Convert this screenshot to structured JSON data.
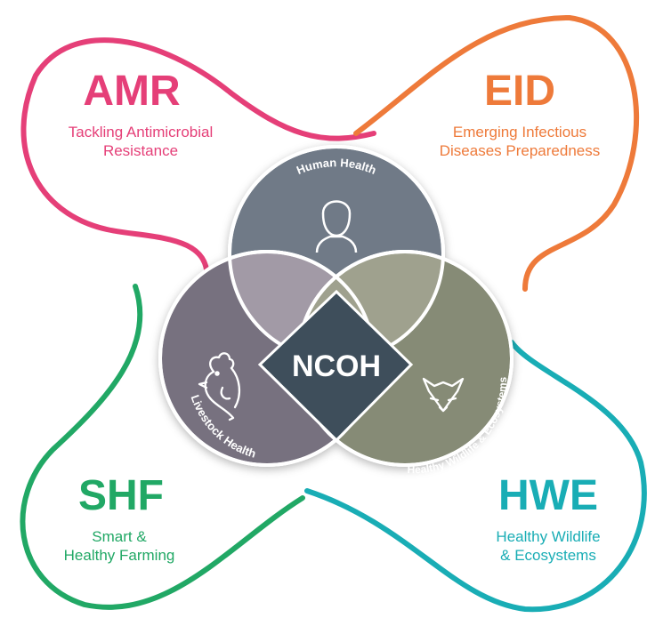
{
  "colors": {
    "amr": "#e53f78",
    "eid": "#ee7a3a",
    "shf": "#21a865",
    "hwe": "#19adb5",
    "human_circle": "#6f7a87",
    "livestock_circle": "#77717f",
    "wildlife_circle": "#868b76",
    "overlap_human_livestock": "#a29aa6",
    "overlap_human_wildlife": "#9fa18e",
    "center": "#3e4e5b"
  },
  "quadrants": {
    "amr": {
      "abbr": "AMR",
      "line1": "Tackling Antimicrobial",
      "line2": "Resistance"
    },
    "eid": {
      "abbr": "EID",
      "line1": "Emerging Infectious",
      "line2": "Diseases Preparedness"
    },
    "shf": {
      "abbr": "SHF",
      "line1": "Smart &",
      "line2": "Healthy Farming"
    },
    "hwe": {
      "abbr": "HWE",
      "line1": "Healthy Wildlife",
      "line2": "& Ecosystems"
    }
  },
  "circles": {
    "human": {
      "label": "Human Health",
      "icon": "person-icon"
    },
    "livestock": {
      "label": "Livestock Health",
      "icon": "chicken-icon"
    },
    "wildlife": {
      "label": "Healthy Wildlife & Ecosystems",
      "icon": "fox-icon"
    }
  },
  "center": {
    "label": "NCOH"
  }
}
